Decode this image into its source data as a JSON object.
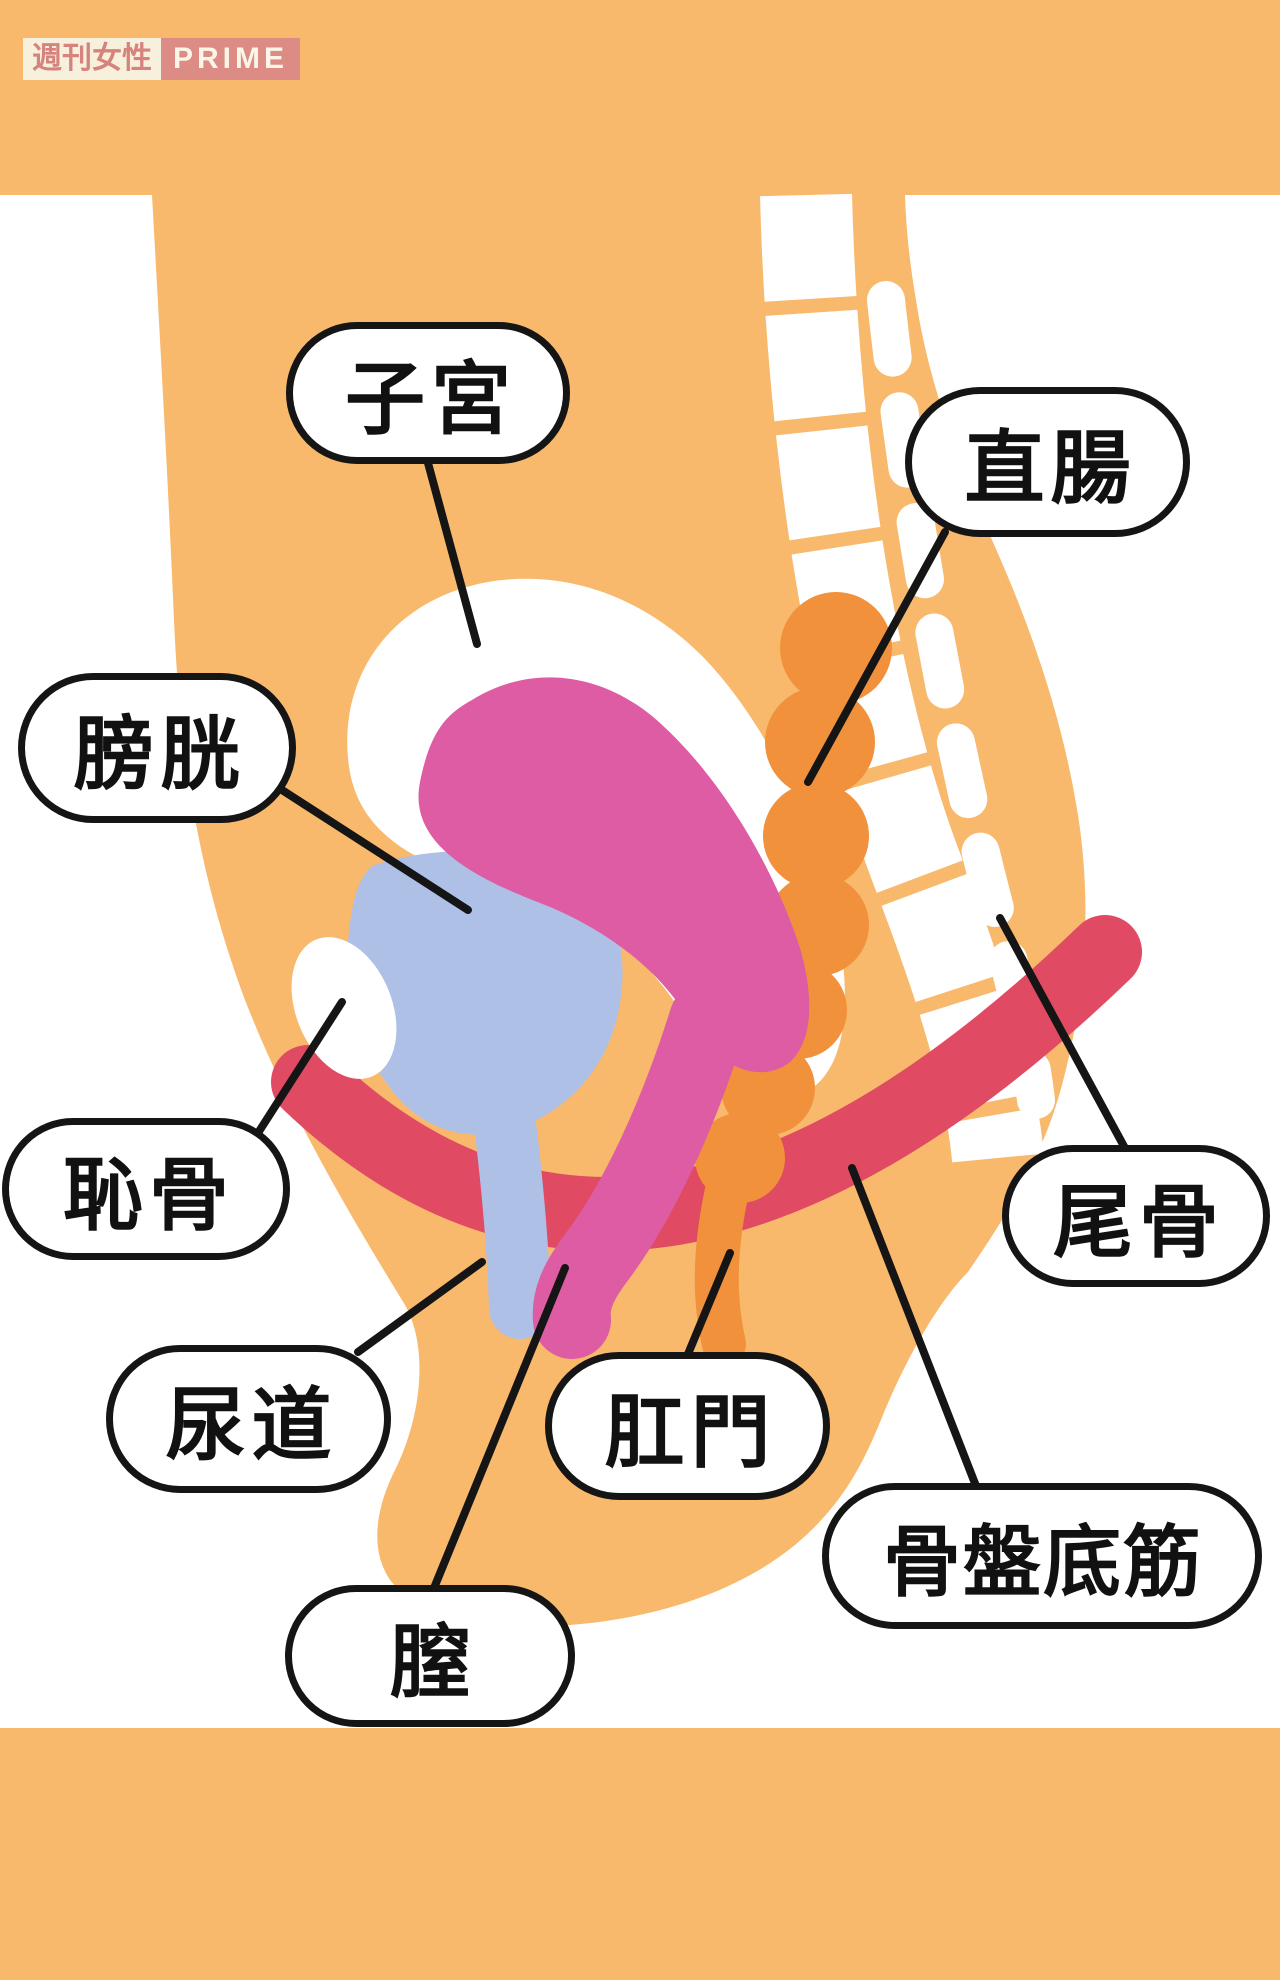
{
  "watermark": {
    "brand_jp": "週刊女性",
    "brand_en": "PRIME"
  },
  "labels": {
    "uterus": {
      "text": "子宮"
    },
    "rectum": {
      "text": "直腸"
    },
    "bladder": {
      "text": "膀胱"
    },
    "pubic_bone": {
      "text": "恥骨"
    },
    "coccyx": {
      "text": "尾骨"
    },
    "urethra": {
      "text": "尿道"
    },
    "anus": {
      "text": "肛門"
    },
    "vagina": {
      "text": "膣"
    },
    "pelvic_floor": {
      "text": "骨盤底筋"
    }
  },
  "colors": {
    "body_skin_orange": "#F8B96C",
    "rectum_orange": "#F2913C",
    "uterus_pink": "#DE5CA3",
    "bladder_blue": "#AEC0E6",
    "pelvic_floor_red": "#E04A63",
    "outline_black": "#151515",
    "bubble_fill": "#FFFFFF",
    "watermark_cream": "#F7F0DC",
    "watermark_pink": "#DC8B85"
  }
}
